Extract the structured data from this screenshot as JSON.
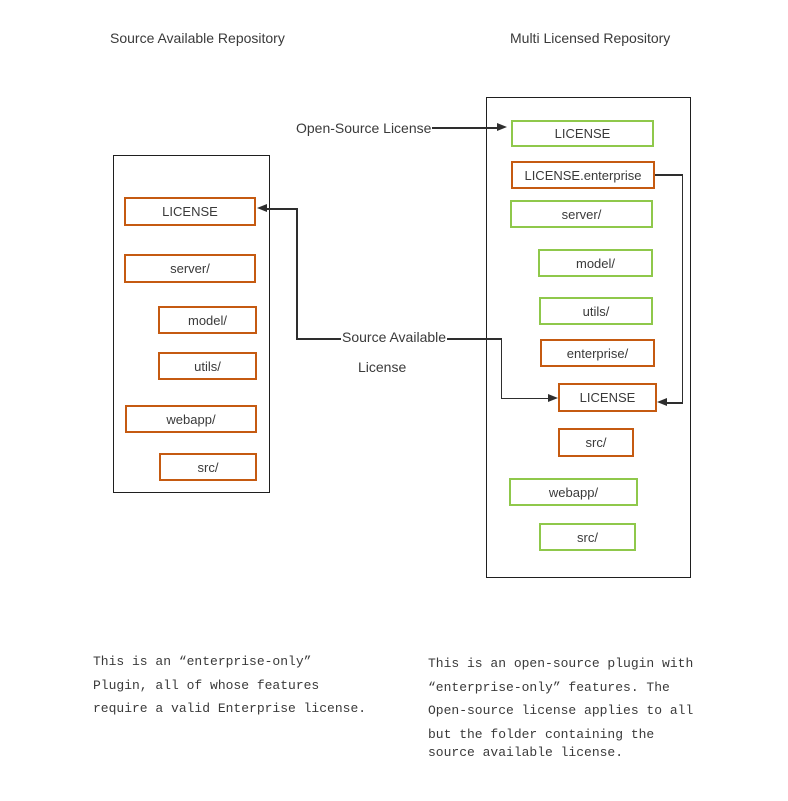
{
  "colors": {
    "orange": "#C55A11",
    "green": "#8FC84B",
    "line": "#2E2E2E",
    "text": "#3A3A3A",
    "background": "#FFFFFF"
  },
  "left_repo": {
    "title": "Source Available Repository",
    "boxes": [
      {
        "label": "LICENSE",
        "license": "enterprise"
      },
      {
        "label": "server/",
        "license": "enterprise"
      },
      {
        "label": "model/",
        "license": "enterprise"
      },
      {
        "label": "utils/",
        "license": "enterprise"
      },
      {
        "label": "webapp/",
        "license": "enterprise"
      },
      {
        "label": "src/",
        "license": "enterprise"
      }
    ],
    "caption_lines": [
      "This is an “enterprise-only”",
      "Plugin, all of whose features",
      "require a valid Enterprise license."
    ]
  },
  "right_repo": {
    "title": "Multi Licensed Repository",
    "boxes": [
      {
        "label": "LICENSE",
        "license": "open"
      },
      {
        "label": "LICENSE.enterprise",
        "license": "enterprise"
      },
      {
        "label": "server/",
        "license": "open"
      },
      {
        "label": "model/",
        "license": "open"
      },
      {
        "label": "utils/",
        "license": "open"
      },
      {
        "label": "enterprise/",
        "license": "enterprise"
      },
      {
        "label": "LICENSE",
        "license": "enterprise"
      },
      {
        "label": "src/",
        "license": "enterprise"
      },
      {
        "label": "webapp/",
        "license": "open"
      },
      {
        "label": "src/",
        "license": "open"
      }
    ],
    "caption_lines": [
      "This is an open-source plugin with",
      "“enterprise-only” features. The",
      "Open-source license applies to all",
      "but the folder containing the",
      "source available license."
    ]
  },
  "arrow_labels": {
    "open_source": "Open-Source License",
    "source_available": [
      "Source Available",
      "License"
    ]
  }
}
